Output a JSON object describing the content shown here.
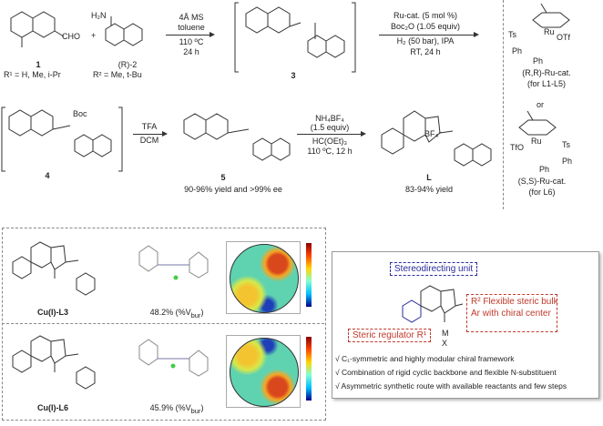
{
  "scheme": {
    "compound1": {
      "label": "1",
      "substituent": "R¹ = H, Me, i-Pr",
      "group": "CHO"
    },
    "plus": "+",
    "compound2": {
      "label": "(R)-2",
      "substituent": "R² = Me, t-Bu",
      "amine": "H₂N"
    },
    "step1": {
      "above": [
        "4Å MS",
        "toluene"
      ],
      "below": [
        "110 ºC",
        "24 h"
      ]
    },
    "compound3": {
      "label": "3"
    },
    "step2": {
      "above": [
        "Ru-cat. (5 mol %)",
        "Boc₂O (1.05 equiv)"
      ],
      "below": [
        "H₂ (50 bar), IPA",
        "RT, 24 h"
      ]
    },
    "catalyst_rr": {
      "name": "(R,R)-Ru-cat.",
      "use": "(for L1-L5)",
      "atoms": [
        "Ts",
        "Ru",
        "OTf",
        "Ph",
        "Ph"
      ]
    },
    "or": "or",
    "catalyst_ss": {
      "name": "(S,S)-Ru-cat.",
      "use": "(for L6)",
      "atoms": [
        "TfO",
        "Ru",
        "Ts",
        "Ph",
        "Ph"
      ]
    },
    "compound4": {
      "label": "4",
      "group": "Boc"
    },
    "step3": {
      "above": [
        "TFA"
      ],
      "below": [
        "DCM"
      ]
    },
    "compound5": {
      "label": "5",
      "result": "90-96% yield and >99% ee"
    },
    "step4": {
      "above": [
        "NH₄BF₄",
        "(1.5 equiv)"
      ],
      "below": [
        "HC(OEt)₃",
        "110 ºC, 12 h"
      ]
    },
    "productL": {
      "label": "L",
      "result": "83-94% yield",
      "counterion": "BF₄⁻"
    }
  },
  "complexes": [
    {
      "name": "Cu(I)-L3",
      "vbur": "48.2% (%V",
      "vbur_sub": "bur",
      "vbur_end": ")"
    },
    {
      "name": "Cu(I)-L6",
      "vbur": "45.9% (%V",
      "vbur_sub": "bur",
      "vbur_end": ")"
    }
  ],
  "design": {
    "stereodirecting": "Stereodirecting unit",
    "flexible": [
      "Flexible steric bulk",
      "with chiral center"
    ],
    "regulator": "Steric regulator",
    "r1": "R¹",
    "r2": "R²",
    "ar": "Ar",
    "m": "M",
    "x": "X",
    "features": [
      "√ C₁-symmetric and highly modular chiral framework",
      "√ Combination of rigid cyclic backbone and flexible N-substituent",
      "√ Asymmetric synthetic route with available reactants and few steps"
    ]
  },
  "colors": {
    "red": "#c0392b",
    "blue": "#2b2b9e"
  }
}
